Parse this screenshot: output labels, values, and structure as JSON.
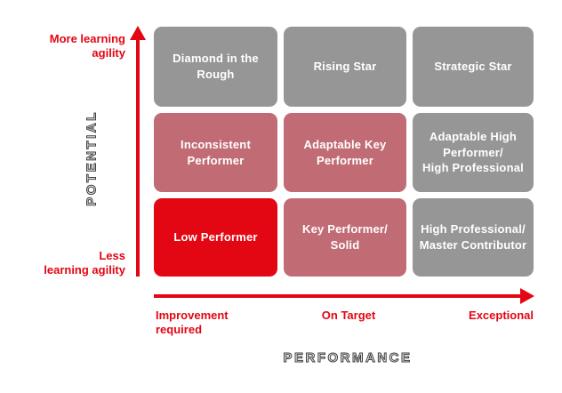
{
  "figure": {
    "background": "#ffffff",
    "description": "Nine-box talent grid: potential vs performance"
  },
  "colors": {
    "arrow_red": "#e30613",
    "label_red": "#e30613",
    "cell_gray": "#969696",
    "cell_pink": "#c16c74",
    "cell_red": "#e30613",
    "cell_text": "#ffffff",
    "axis_title": "#3f3f3f"
  },
  "y_axis": {
    "title": "POTENTIAL",
    "top_label": "More learning\nagility",
    "bottom_label": "Less\nlearning agility"
  },
  "x_axis": {
    "title": "PERFORMANCE",
    "start_label": "Improvement\nrequired",
    "mid_label": "On Target",
    "end_label": "Exceptional"
  },
  "grid": {
    "rows": 3,
    "cols": 3,
    "cells": [
      {
        "row": 1,
        "col": 1,
        "label": "Diamond in the\nRough",
        "color": "#969696"
      },
      {
        "row": 1,
        "col": 2,
        "label": "Rising Star",
        "color": "#969696"
      },
      {
        "row": 1,
        "col": 3,
        "label": "Strategic Star",
        "color": "#969696"
      },
      {
        "row": 2,
        "col": 1,
        "label": "Inconsistent\nPerformer",
        "color": "#c16c74"
      },
      {
        "row": 2,
        "col": 2,
        "label": "Adaptable Key\nPerformer",
        "color": "#c16c74"
      },
      {
        "row": 2,
        "col": 3,
        "label": "Adaptable High\nPerformer/\nHigh Professional",
        "color": "#969696"
      },
      {
        "row": 3,
        "col": 1,
        "label": "Low Performer",
        "color": "#e30613"
      },
      {
        "row": 3,
        "col": 2,
        "label": "Key Performer/\nSolid",
        "color": "#c16c74"
      },
      {
        "row": 3,
        "col": 3,
        "label": "High Professional/\nMaster Contributor",
        "color": "#969696"
      }
    ]
  }
}
